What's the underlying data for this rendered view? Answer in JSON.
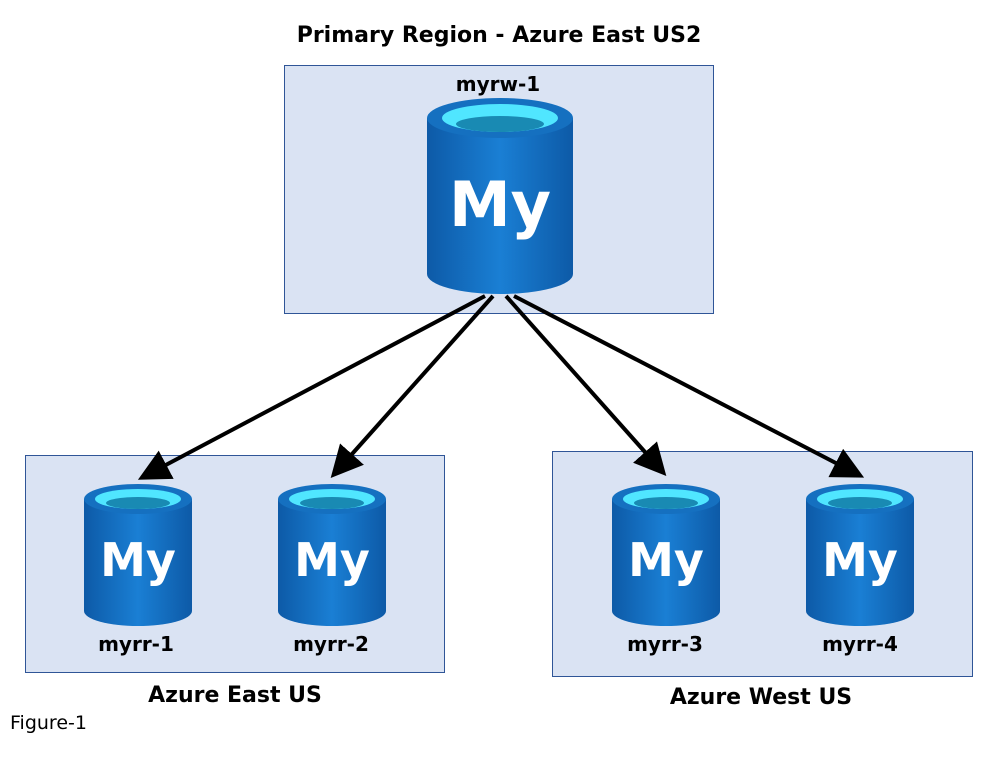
{
  "primary": {
    "title": "Primary Region - Azure East US2",
    "db_name": "myrw-1"
  },
  "east": {
    "title": "Azure East US",
    "dbs": [
      "myrr-1",
      "myrr-2"
    ]
  },
  "west": {
    "title": "Azure West US",
    "dbs": [
      "myrr-3",
      "myrr-4"
    ]
  },
  "db_icon_text": "My",
  "figure_caption": "Figure-1",
  "colors": {
    "region_fill": "#dae3f3",
    "region_border": "#2f5597",
    "db_blue": "#1570c0",
    "db_top": "#50e6ff"
  }
}
